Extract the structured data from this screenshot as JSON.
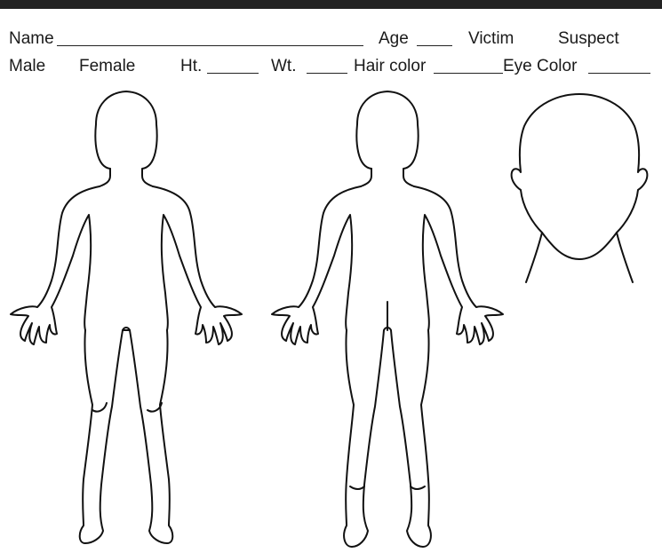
{
  "form": {
    "name_label": "Name",
    "age_label": "Age",
    "victim_label": "Victim",
    "suspect_label": "Suspect",
    "male_label": "Male",
    "female_label": "Female",
    "height_label": "Ht.",
    "weight_label": "Wt.",
    "hair_color_label": "Hair color",
    "eye_color_label": "Eye Color"
  },
  "diagram": {
    "figures": [
      "front-body",
      "back-body",
      "head"
    ],
    "line_color": "#111111",
    "header_bar_color": "#222222"
  }
}
